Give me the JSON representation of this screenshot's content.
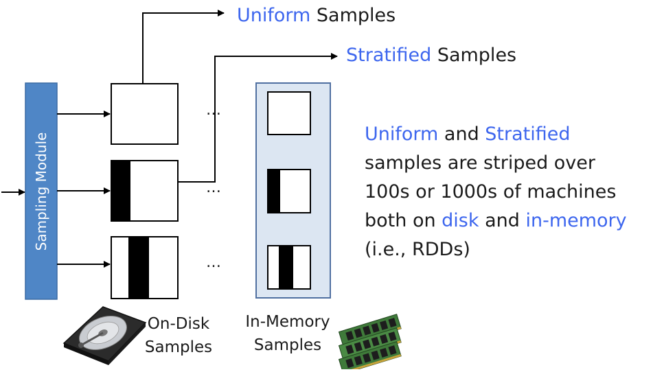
{
  "module": {
    "label": "Sampling Module"
  },
  "outputs": {
    "uniform": {
      "word": "Uniform",
      "rest": "Samples"
    },
    "stratified": {
      "word": "Stratified",
      "rest": "Samples"
    }
  },
  "ellipsis": "…",
  "captions": {
    "on_disk": [
      "On-Disk",
      "Samples"
    ],
    "in_memory": [
      "In-Memory",
      "Samples"
    ]
  },
  "description": {
    "w1": "Uniform",
    "t1": " and ",
    "w2": "Stratified",
    "line2": "samples are striped over",
    "line3": "100s or 1000s of machines",
    "t4a": "both on ",
    "w4": "disk",
    "t4b": " and ",
    "w5": "in-memory",
    "line5": "(i.e., RDDs)"
  },
  "colors": {
    "accent": "#3d66ee",
    "module_fill": "#4f86c6",
    "memory_panel_fill": "#dce6f2",
    "memory_panel_border": "#4f6fa0"
  },
  "icons": [
    "hard-drive-icon",
    "memory-module-icon"
  ]
}
